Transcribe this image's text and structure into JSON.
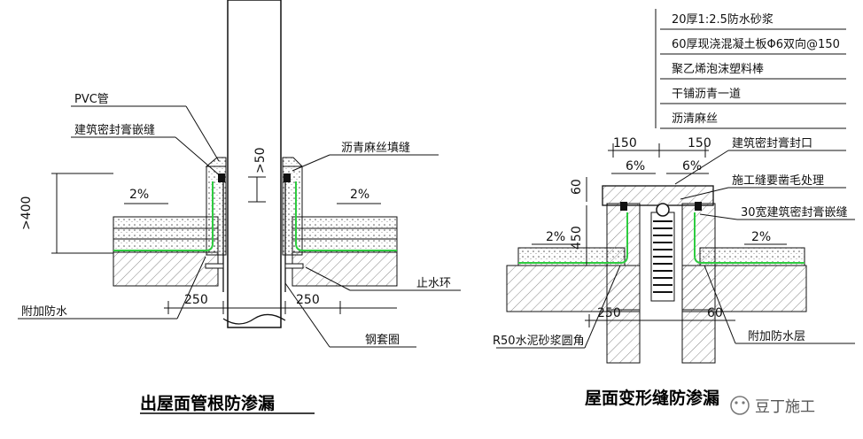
{
  "left_diagram": {
    "title": "出屋面管根防渗漏",
    "labels": {
      "pvc_pipe": "PVC管",
      "sealant_caulk": "建筑密封膏嵌缝",
      "asphalt_hemp_fill": "沥青麻丝填缝",
      "extra_waterproof": "附加防水",
      "water_stop_ring": "止水环",
      "steel_sleeve": "钢套圈"
    },
    "dimensions": {
      "height_min_400": ">400",
      "height_min_50": ">50",
      "width_left_250": "250",
      "width_right_250": "250"
    },
    "slopes": {
      "left": "2%",
      "right": "2%"
    }
  },
  "right_diagram": {
    "title": "屋面变形缝防渗漏",
    "layer_list": [
      "20厚1:2.5防水砂浆",
      "60厚现浇混凝土板Φ6双向@150",
      "聚乙烯泡沫塑料棒",
      "干铺沥青一道",
      "沥清麻丝"
    ],
    "labels": {
      "sealant_seal": "建筑密封膏封口",
      "joint_roughen": "施工缝要凿毛处理",
      "sealant_30": "30宽建筑密封膏嵌缝",
      "mortar_fillet": "R50水泥砂浆圆角",
      "extra_layer": "附加防水层"
    },
    "dimensions": {
      "top_left_150": "150",
      "top_right_150": "150",
      "cap_60": "60",
      "upstand_450": "450",
      "bottom_250": "250",
      "bottom_60": "60"
    },
    "slopes": {
      "top_left": "6%",
      "top_right": "6%",
      "left": "2%",
      "right": "2%"
    }
  },
  "watermark": {
    "text": "豆丁施工"
  },
  "colors": {
    "membrane": "#2ecc40",
    "line": "#111111",
    "hatch": "#555555"
  }
}
